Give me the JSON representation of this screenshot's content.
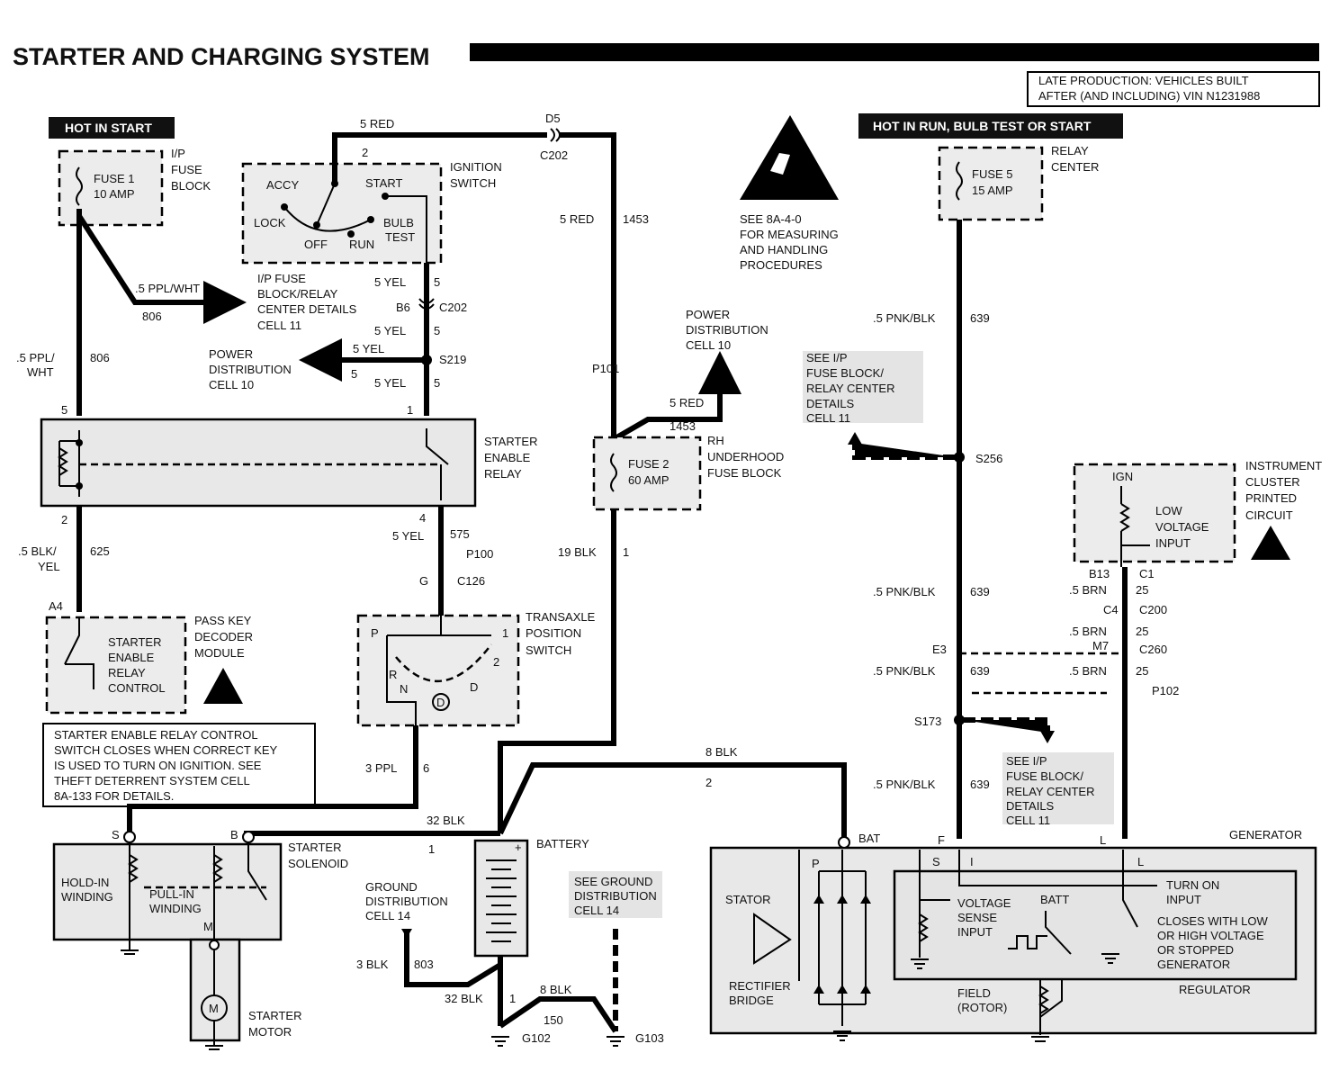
{
  "title": "STARTER AND CHARGING SYSTEM",
  "production_note": [
    "LATE PRODUCTION: VEHICLES BUILT",
    "AFTER (AND INCLUDING) VIN N1231988"
  ],
  "hot_start": "HOT IN START",
  "hot_run": "HOT IN RUN, BULB TEST OR START",
  "fuse1": {
    "name": "FUSE 1",
    "amp": "10 AMP",
    "block": [
      "I/P",
      "FUSE",
      "BLOCK"
    ]
  },
  "fuse5": {
    "name": "FUSE 5",
    "amp": "15 AMP",
    "block": [
      "RELAY",
      "CENTER"
    ]
  },
  "fuse2": {
    "name": "FUSE 2",
    "amp": "60 AMP",
    "block": [
      "RH",
      "UNDERHOOD",
      "FUSE BLOCK"
    ]
  },
  "ignition": {
    "title": [
      "IGNITION",
      "SWITCH"
    ],
    "accy": "ACCY",
    "start": "START",
    "lock": "LOCK",
    "off": "OFF",
    "run": "RUN",
    "bulb": "BULB",
    "test": "TEST",
    "pin": "2"
  },
  "esd_note": [
    "SEE 8A-4-0",
    "FOR MEASURING",
    "AND HANDLING",
    "PROCEDURES"
  ],
  "wires": {
    "w5red": "5 RED",
    "d5": "D5",
    "c202": "C202",
    "w5red_1453": "5 RED",
    "n1453": "1453",
    "ppl_wht": ".5 PPL/WHT",
    "n806": "806",
    "ppl_wht_v": [
      ".5 PPL/",
      "WHT"
    ],
    "n806v": "806",
    "yel5": "5 YEL",
    "n5": "5",
    "b6": "B6",
    "c202b": "C202",
    "s219": "S219",
    "yel5b": "5 YEL",
    "n5b": "5",
    "yel5c": "5 YEL",
    "n5c": "5",
    "yel5d": "5 YEL",
    "n5d": "5",
    "pin5": "5",
    "pin1": "1",
    "pin2": "2",
    "pin4": "4",
    "blk_yel": [
      ".5 BLK/",
      "YEL"
    ],
    "n625": "625",
    "a4": "A4",
    "yel5e": "5 YEL",
    "n575": "575",
    "p100": "P100",
    "g": "G",
    "c126": "C126",
    "ppl3": "3 PPL",
    "n6": "6",
    "blk19": "19 BLK",
    "n1": "1",
    "p101": "P101",
    "red5b": "5 RED",
    "n1453b": "1453",
    "blk32": "32 BLK",
    "n1b": "1",
    "blk8": "8 BLK",
    "n2": "2",
    "blk3": "3 BLK",
    "n803": "803",
    "blk32b": "32 BLK",
    "n1c": "1",
    "blk8b": "8 BLK",
    "n150": "150",
    "pnk1": ".5 PNK/BLK",
    "n639a": "639",
    "s256": "S256",
    "pnk2": ".5 PNK/BLK",
    "n639b": "639",
    "e3": "E3",
    "pnk3": ".5 PNK/BLK",
    "n639c": "639",
    "s173": "S173",
    "pnk4": ".5 PNK/BLK",
    "n639d": "639",
    "b13": "B13",
    "c1": "C1",
    "brn1": ".5 BRN",
    "n25a": "25",
    "c4": "C4",
    "c200": "C200",
    "brn2": ".5 BRN",
    "n25b": "25",
    "m7": "M7",
    "c260": "C260",
    "brn3": ".5 BRN",
    "n25c": "25",
    "p102": "P102"
  },
  "notes": {
    "ipfuse": [
      "I/P FUSE",
      "BLOCK/RELAY",
      "CENTER DETAILS",
      "CELL 11"
    ],
    "pwr1": [
      "POWER",
      "DISTRIBUTION",
      "CELL 10"
    ],
    "pwr2": [
      "POWER",
      "DISTRIBUTION",
      "CELL 10"
    ],
    "seeip1": [
      "SEE I/P",
      "FUSE BLOCK/",
      "RELAY CENTER",
      "DETAILS",
      "CELL 11"
    ],
    "seeip2": [
      "SEE I/P",
      "FUSE BLOCK/",
      "RELAY CENTER",
      "DETAILS",
      "CELL 11"
    ],
    "gnd1": [
      "GROUND",
      "DISTRIBUTION",
      "CELL 14"
    ],
    "gnd2": [
      "SEE GROUND",
      "DISTRIBUTION",
      "CELL 14"
    ],
    "theft": [
      "STARTER ENABLE RELAY CONTROL",
      "SWITCH CLOSES WHEN CORRECT KEY",
      "IS USED TO TURN ON IGNITION.  SEE",
      "THEFT DETERRENT SYSTEM CELL",
      "8A-133 FOR DETAILS."
    ]
  },
  "components": {
    "relay": [
      "STARTER",
      "ENABLE",
      "RELAY"
    ],
    "passkey": [
      "PASS KEY",
      "DECODER",
      "MODULE"
    ],
    "passkey_inner": [
      "STARTER",
      "ENABLE",
      "RELAY",
      "CONTROL"
    ],
    "trans": [
      "TRANSAXLE",
      "POSITION",
      "SWITCH"
    ],
    "trans_pos": {
      "p": "P",
      "one": "1",
      "r": "R",
      "two": "2",
      "n": "N",
      "d": "D",
      "dcirc": "D"
    },
    "cluster": [
      "INSTRUMENT",
      "CLUSTER",
      "PRINTED",
      "CIRCUIT"
    ],
    "cluster_inner": {
      "ign": "IGN",
      "lv": [
        "LOW",
        "VOLTAGE",
        "INPUT"
      ]
    },
    "solenoid": [
      "STARTER",
      "SOLENOID"
    ],
    "sol_pins": {
      "s": "S",
      "b": "B",
      "m": "M"
    },
    "hold": [
      "HOLD-IN",
      "WINDING"
    ],
    "pull": [
      "PULL-IN",
      "WINDING"
    ],
    "motor": [
      "STARTER",
      "MOTOR"
    ],
    "motor_m": "M",
    "battery": "BATTERY",
    "battery_plus": "+",
    "g102": "G102",
    "g103": "G103",
    "generator": "GENERATOR",
    "gen_pins": {
      "bat": "BAT",
      "f": "F",
      "l": "L",
      "p": "P",
      "s": "S",
      "i": "I",
      "l2": "L"
    },
    "stator": "STATOR",
    "rectifier": [
      "RECTIFIER",
      "BRIDGE"
    ],
    "field": [
      "FIELD",
      "(ROTOR)"
    ],
    "regulator": "REGULATOR",
    "vsense": [
      "VOLTAGE",
      "SENSE",
      "INPUT"
    ],
    "batt": "BATT",
    "turnon": [
      "TURN ON",
      "INPUT"
    ],
    "closes": [
      "CLOSES WITH LOW",
      "OR HIGH VOLTAGE",
      "OR STOPPED",
      "GENERATOR"
    ]
  }
}
